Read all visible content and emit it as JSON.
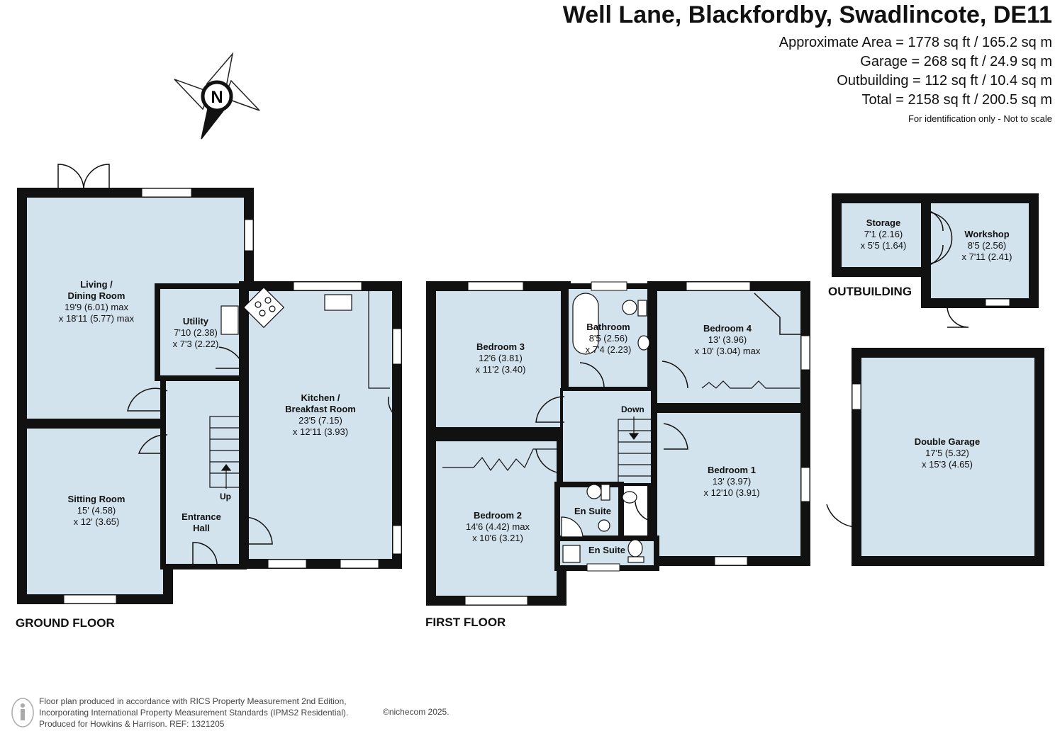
{
  "header": {
    "address": "Well Lane, Blackfordby, Swadlincote, DE11",
    "areas": [
      "Approximate Area = 1778 sq ft / 165.2 sq m",
      "Garage = 268 sq ft / 24.9 sq m",
      "Outbuilding = 112 sq ft / 10.4 sq m",
      "Total = 2158 sq ft / 200.5 sq m"
    ],
    "note": "For identification only - Not to scale"
  },
  "compass": {
    "label": "N"
  },
  "floors": {
    "ground": "GROUND FLOOR",
    "first": "FIRST FLOOR",
    "outbuilding": "OUTBUILDING"
  },
  "rooms": {
    "living": {
      "name1": "Living /",
      "name2": "Dining Room",
      "dim1": "19'9 (6.01) max",
      "dim2": "x 18'11 (5.77) max"
    },
    "utility": {
      "name": "Utility",
      "dim1": "7'10 (2.38)",
      "dim2": "x 7'3 (2.22)"
    },
    "kitchen": {
      "name1": "Kitchen /",
      "name2": "Breakfast Room",
      "dim1": "23'5 (7.15)",
      "dim2": "x 12'11 (3.93)"
    },
    "sitting": {
      "name": "Sitting Room",
      "dim1": "15' (4.58)",
      "dim2": "x 12' (3.65)"
    },
    "hall": {
      "name1": "Entrance",
      "name2": "Hall"
    },
    "bed3": {
      "name": "Bedroom 3",
      "dim1": "12'6 (3.81)",
      "dim2": "x 11'2 (3.40)"
    },
    "bath": {
      "name": "Bathroom",
      "dim1": "8'5 (2.56)",
      "dim2": "x 7'4 (2.23)"
    },
    "bed4": {
      "name": "Bedroom 4",
      "dim1": "13' (3.96)",
      "dim2": "x 10' (3.04) max"
    },
    "bed1": {
      "name": "Bedroom 1",
      "dim1": "13' (3.97)",
      "dim2": "x 12'10 (3.91)"
    },
    "bed2": {
      "name": "Bedroom 2",
      "dim1": "14'6 (4.42) max",
      "dim2": "x 10'6 (3.21)"
    },
    "ensuite1": {
      "name": "En Suite"
    },
    "ensuite2": {
      "name": "En Suite"
    },
    "storage": {
      "name": "Storage",
      "dim1": "7'1 (2.16)",
      "dim2": "x 5'5 (1.64)"
    },
    "workshop": {
      "name": "Workshop",
      "dim1": "8'5 (2.56)",
      "dim2": "x 7'11 (2.41)"
    },
    "garage": {
      "name": "Double Garage",
      "dim1": "17'5 (5.32)",
      "dim2": "x 15'3 (4.65)"
    }
  },
  "stairs": {
    "up": "Up",
    "down": "Down"
  },
  "footer": {
    "line1": "Floor plan produced in accordance with RICS Property Measurement 2nd Edition,",
    "line2": "Incorporating International Property Measurement Standards (IPMS2 Residential).",
    "line3": "Produced for Howkins & Harrison.   REF: 1321205",
    "copyright": "©nichecom 2025."
  },
  "colors": {
    "room_fill": "#d2e3ee",
    "wall": "#111111",
    "window": "#ffffff"
  }
}
